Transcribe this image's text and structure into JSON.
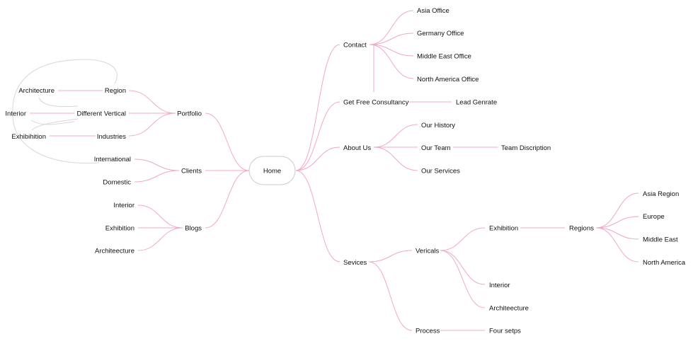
{
  "colors": {
    "edge": "#f0a8c8",
    "loop": "#d8d8d8",
    "root_border": "#cccccc",
    "text": "#111111"
  },
  "root": {
    "label": "Home"
  },
  "right": {
    "contact": {
      "label": "Contact",
      "children": [
        "Asia Office",
        "Germany Office",
        "Middle East Office",
        "North America Office"
      ]
    },
    "consultancy": {
      "label": "Get Free Consultancy",
      "child": "Lead Genrate"
    },
    "about": {
      "label": "About Us",
      "children": [
        "Our History",
        "Our Team",
        "Our Services"
      ],
      "team_child": "Team Discription"
    },
    "services": {
      "label": "Sevices",
      "verticals": {
        "label": "Vericals",
        "exhibition": "Exhibition",
        "regions": {
          "label": "Regions",
          "children": [
            "Asia Region",
            "Europe",
            "Middle East",
            "North America"
          ]
        },
        "interior": "Interior",
        "architecture": "Architeecture"
      },
      "process": {
        "label": "Process",
        "child": "Four setps"
      }
    }
  },
  "left": {
    "portfolio": {
      "label": "Portfolio",
      "children": [
        "Region",
        "Different Vertical",
        "Industries"
      ],
      "floating": [
        "Architecture",
        "Interior",
        "Exhibihition"
      ]
    },
    "clients": {
      "label": "Clients",
      "children": [
        "International",
        "Domestic"
      ]
    },
    "blogs": {
      "label": "Blogs",
      "children": [
        "Interior",
        "Exhibition",
        "Architeecture"
      ]
    }
  }
}
